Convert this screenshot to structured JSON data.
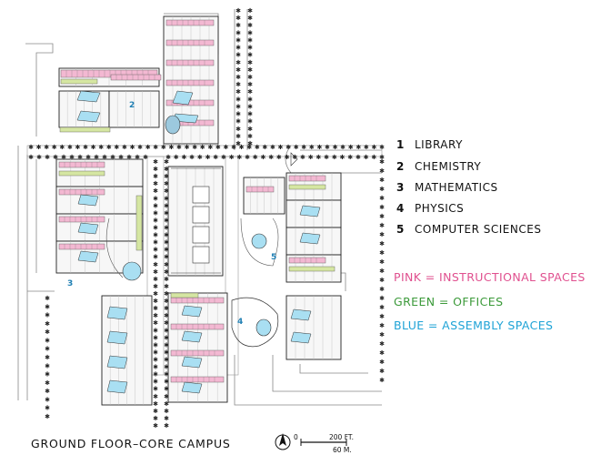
{
  "title": "GROUND FLOOR–CORE CAMPUS",
  "legend": [
    {
      "num": "1",
      "name": "LIBRARY"
    },
    {
      "num": "2",
      "name": "CHEMISTRY"
    },
    {
      "num": "3",
      "name": "MATHEMATICS"
    },
    {
      "num": "4",
      "name": "PHYSICS"
    },
    {
      "num": "5",
      "name": "COMPUTER SCIENCES"
    }
  ],
  "color_key": [
    {
      "label": "PINK = INSTRUCTIONAL SPACES",
      "color": "#e0508f"
    },
    {
      "label": "GREEN = OFFICES",
      "color": "#3c9a3a"
    },
    {
      "label": "BLUE = ASSEMBLY SPACES",
      "color": "#1fa3d6"
    }
  ],
  "plan_labels": [
    "2",
    "3",
    "4",
    "5"
  ],
  "scale": {
    "zero": "0",
    "ft": "200 FT.",
    "m": "60 M."
  },
  "north_label": "N",
  "colors": {
    "pink": "#f3b8d2",
    "green": "#d5e6a2",
    "blue": "#a9dff2",
    "ink": "#222222"
  }
}
